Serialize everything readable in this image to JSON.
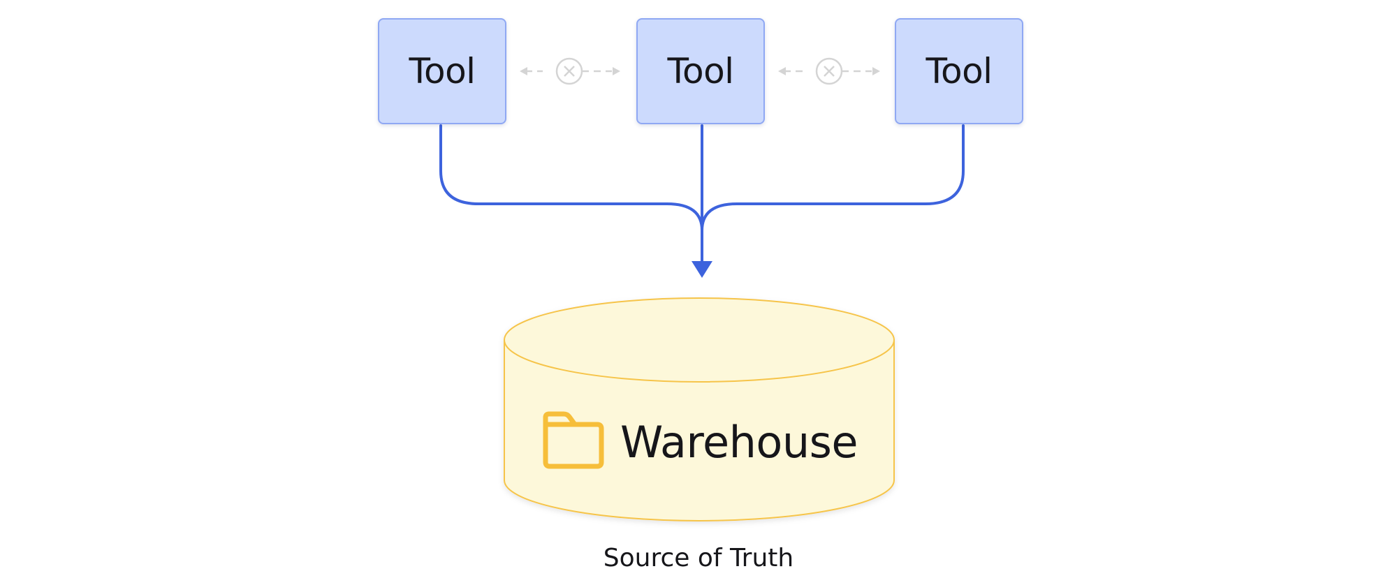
{
  "tools": [
    {
      "label": "Tool"
    },
    {
      "label": "Tool"
    },
    {
      "label": "Tool"
    }
  ],
  "warehouse": {
    "label": "Warehouse",
    "icon": "folder-icon"
  },
  "caption": "Source of Truth",
  "colors": {
    "tool_fill": "#ccdafd",
    "tool_border": "#8fa8f3",
    "connector": "#3d63dd",
    "blocked_link": "#d4d4d4",
    "warehouse_fill": "#fdf8da",
    "warehouse_border": "#f6c44a",
    "folder_icon": "#f6be3a",
    "text": "#16161a"
  }
}
